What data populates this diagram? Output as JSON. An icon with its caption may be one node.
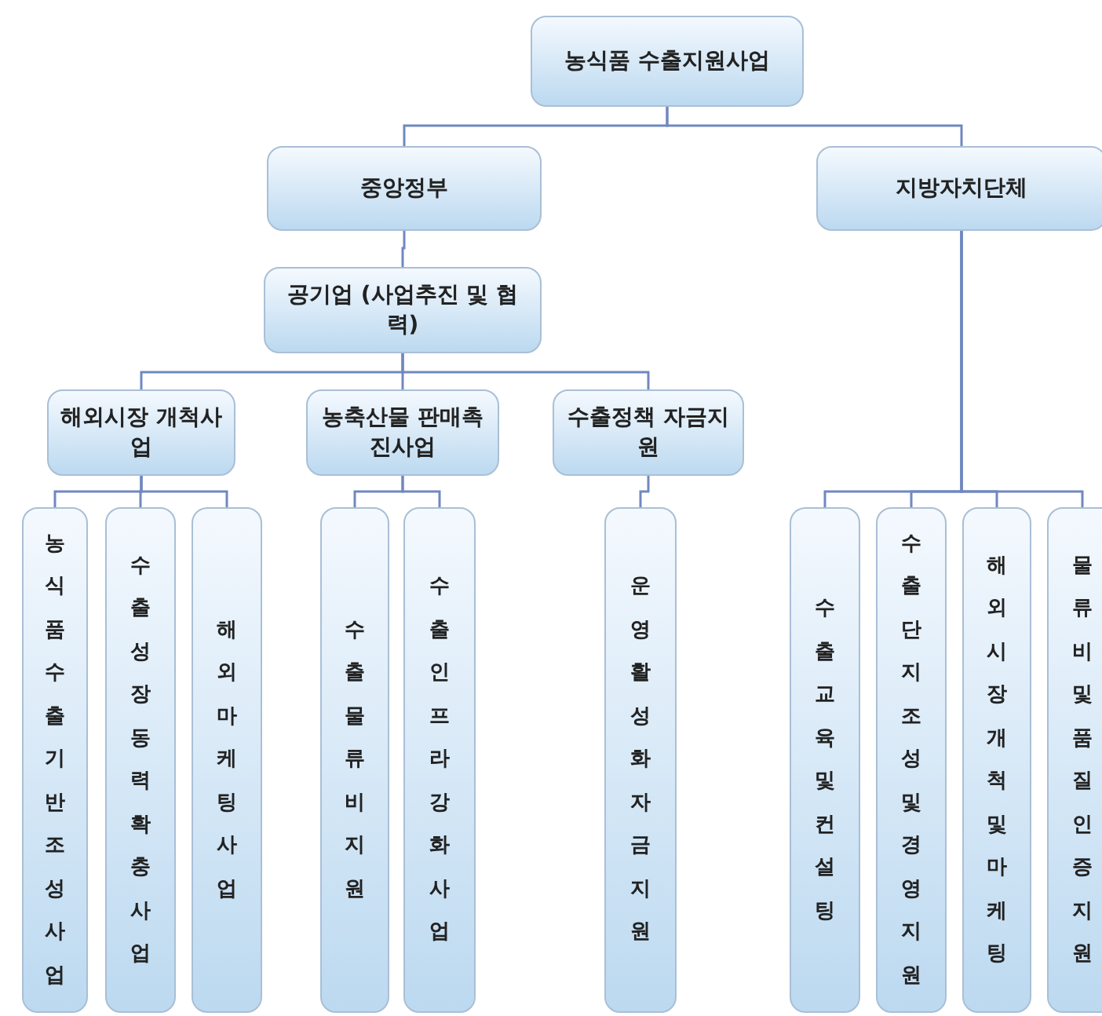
{
  "diagram": {
    "nodes": [
      {
        "text": [
          "농식품 수출지원사업"
        ]
      },
      {
        "text": [
          "중앙정부"
        ]
      },
      {
        "text": [
          "지방자치단체"
        ]
      },
      {
        "text": [
          "공기업 (사업추진 및 협력)"
        ]
      },
      {
        "text": [
          "해외시장 개척사업"
        ]
      },
      {
        "text": [
          "농축산물 판매촉진사업"
        ]
      },
      {
        "text": [
          "수출정책 자금지원"
        ]
      },
      {
        "text": [
          "농식품수출기반조성사업"
        ]
      },
      {
        "text": [
          "수출성장동력확충사업"
        ]
      },
      {
        "text": [
          "해외마케팅사업"
        ]
      },
      {
        "text": [
          "수출물류비지원"
        ]
      },
      {
        "text": [
          "수출인프라강화사업"
        ]
      },
      {
        "text": [
          "운영활성화자금지원"
        ]
      },
      {
        "text": [
          "수출교육및컨설팅"
        ]
      },
      {
        "text": [
          "수출단지조성및경영지원"
        ]
      },
      {
        "text": [
          "해외시장개척및마케팅"
        ]
      },
      {
        "text": [
          "물류비및품질인증지원"
        ]
      }
    ],
    "edges": [
      {
        "from": 0,
        "to": 1,
        "arrow": "none"
      },
      {
        "from": 0,
        "to": 2,
        "arrow": "none"
      },
      {
        "from": 1,
        "to": 3,
        "arrow": "none"
      },
      {
        "from": 3,
        "to": 4,
        "arrow": "none"
      },
      {
        "from": 3,
        "to": 5,
        "arrow": "none"
      },
      {
        "from": 3,
        "to": 6,
        "arrow": "none"
      },
      {
        "from": 4,
        "to": 7,
        "arrow": "none"
      },
      {
        "from": 4,
        "to": 8,
        "arrow": "none"
      },
      {
        "from": 4,
        "to": 9,
        "arrow": "none"
      },
      {
        "from": 5,
        "to": 10,
        "arrow": "none"
      },
      {
        "from": 5,
        "to": 11,
        "arrow": "none"
      },
      {
        "from": 6,
        "to": 12,
        "arrow": "none"
      },
      {
        "from": 2,
        "to": 13,
        "arrow": "none"
      },
      {
        "from": 2,
        "to": 14,
        "arrow": "none"
      },
      {
        "from": 2,
        "to": 15,
        "arrow": "none"
      },
      {
        "from": 2,
        "to": 16,
        "arrow": "none"
      }
    ]
  }
}
